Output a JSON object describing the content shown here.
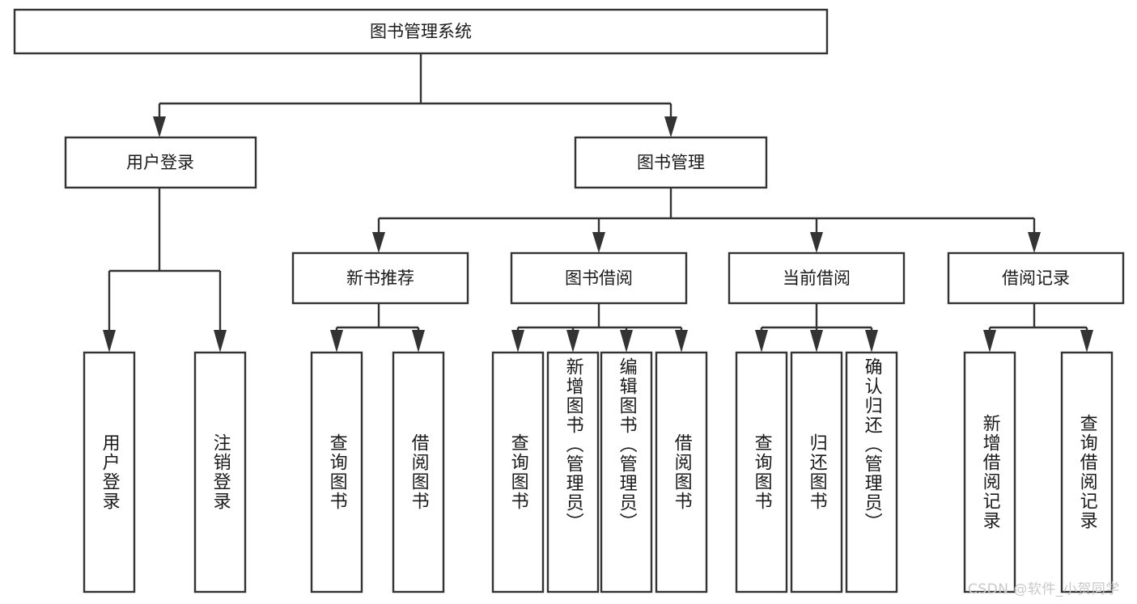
{
  "diagram": {
    "type": "tree",
    "title": "图书管理系统",
    "orientation": "top-down",
    "colors": {
      "stroke": "#333333",
      "fill": "#ffffff",
      "text": "#1a1a1a",
      "watermark": "#c9c9c9",
      "background": "#ffffff"
    },
    "root": {
      "label": "图书管理系统"
    },
    "level2": [
      {
        "label": "用户登录"
      },
      {
        "label": "图书管理"
      }
    ],
    "level3": [
      {
        "label": "新书推荐"
      },
      {
        "label": "图书借阅"
      },
      {
        "label": "当前借阅"
      },
      {
        "label": "借阅记录"
      }
    ],
    "leaves": {
      "user_login": [
        {
          "label": "用户登录"
        },
        {
          "label": "注销登录"
        }
      ],
      "new_book_recommend": [
        {
          "label": "查询图书"
        },
        {
          "label": "借阅图书"
        }
      ],
      "book_borrow": [
        {
          "label": "查询图书"
        },
        {
          "label": "新增图书（管理员）"
        },
        {
          "label": "编辑图书（管理员）"
        },
        {
          "label": "借阅图书"
        }
      ],
      "current_borrow": [
        {
          "label": "查询图书"
        },
        {
          "label": "归还图书"
        },
        {
          "label": "确认归还（管理员）"
        }
      ],
      "borrow_record": [
        {
          "label": "新增借阅记录"
        },
        {
          "label": "查询借阅记录"
        }
      ]
    }
  },
  "watermark": {
    "text": "CSDN @软件_小贺同学"
  }
}
